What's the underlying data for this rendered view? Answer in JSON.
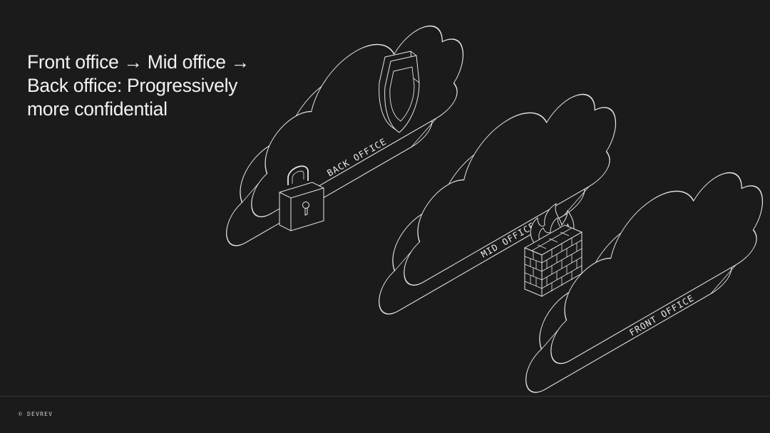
{
  "slide": {
    "title_lines": [
      "Front office → Mid office →",
      "Back office: Progressively",
      "more confidential"
    ],
    "footer": "© DEVREV"
  },
  "clouds": [
    {
      "label": "BACK OFFICE",
      "icons": [
        "shield-icon",
        "padlock-icon"
      ]
    },
    {
      "label": "MID OFFICE",
      "icons": [
        "firewall-icon"
      ]
    },
    {
      "label": "FRONT OFFICE",
      "icons": []
    }
  ],
  "colors": {
    "background": "#1b1b1b",
    "line": "#e6e6e6",
    "text": "#f2f2f2"
  }
}
